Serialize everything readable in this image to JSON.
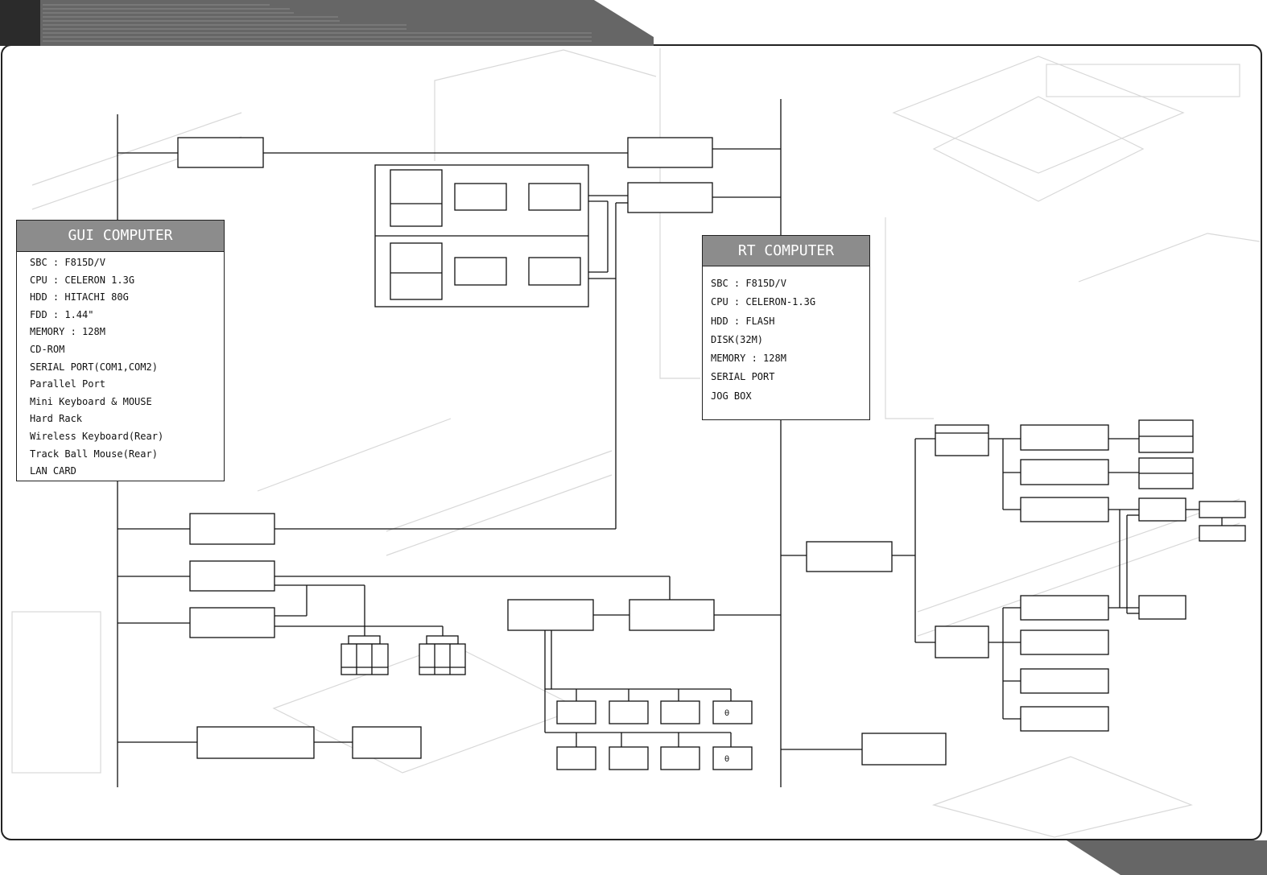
{
  "gui_computer": {
    "title": "GUI COMPUTER",
    "specs": [
      "SBC : F815D/V",
      "CPU : CELERON 1.3G",
      "HDD : HITACHI 80G",
      "FDD : 1.44\"",
      "MEMORY : 128M",
      "CD-ROM",
      "SERIAL PORT(COM1,COM2)",
      "Parallel Port",
      "Mini Keyboard & MOUSE",
      "Hard Rack",
      "Wireless Keyboard(Rear)",
      "Track Ball Mouse(Rear)",
      "LAN CARD"
    ]
  },
  "rt_computer": {
    "title": "RT COMPUTER",
    "specs": [
      "SBC : F815D/V",
      "CPU : CELERON-1.3G",
      "HDD : FLASH",
      "DISK(32M)",
      "MEMORY : 128M",
      "SERIAL PORT",
      "JOG BOX"
    ]
  },
  "io_modules": {
    "label_row1": "θ",
    "label_row2": "θ"
  },
  "colors": {
    "header_band": "#666666",
    "corner_block": "#2b2b2b",
    "box_header": "#8c8c8c",
    "line": "#111111",
    "background_art": "#d8d8d8"
  }
}
